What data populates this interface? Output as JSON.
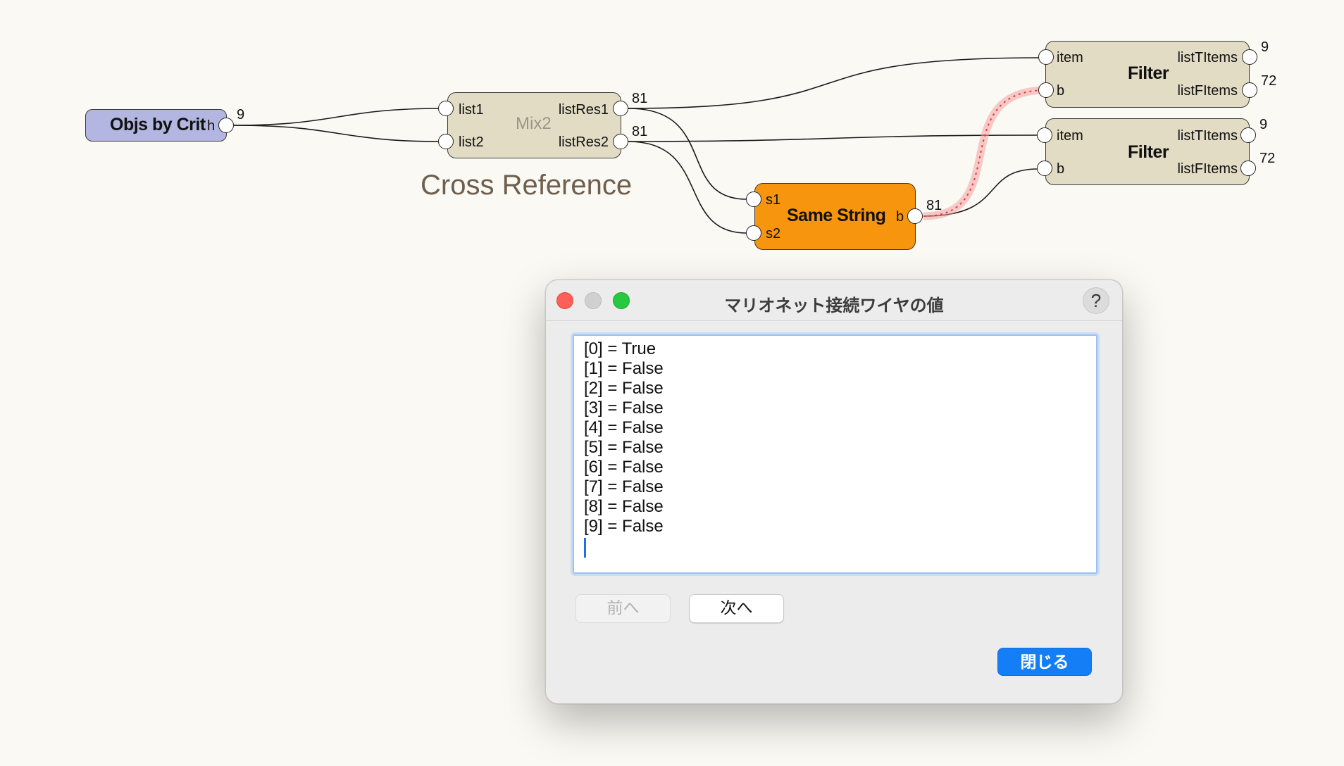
{
  "canvas": {
    "group_label": "Cross Reference",
    "objs_node": {
      "title": "Objs by Crit",
      "out_port": "h",
      "out_count": "9"
    },
    "mix_node": {
      "title": "Mix2",
      "inputs": [
        "list1",
        "list2"
      ],
      "outputs": [
        "listRes1",
        "listRes2"
      ],
      "out_counts": [
        "81",
        "81"
      ]
    },
    "same_node": {
      "title": "Same String",
      "inputs": [
        "s1",
        "s2"
      ],
      "out_port": "b",
      "out_count": "81"
    },
    "filter_nodes": [
      {
        "title": "Filter",
        "inputs": [
          "item",
          "b"
        ],
        "outputs": [
          "listTItems",
          "listFItems"
        ],
        "out_counts": [
          "9",
          "72"
        ]
      },
      {
        "title": "Filter",
        "inputs": [
          "item",
          "b"
        ],
        "outputs": [
          "listTItems",
          "listFItems"
        ],
        "out_counts": [
          "9",
          "72"
        ]
      }
    ],
    "colors": {
      "objs_node": "#b3b6e0",
      "tan_node": "#e3dcc4",
      "same_string_node": "#f7960e",
      "selected_wire": "#e04040"
    }
  },
  "dialog": {
    "title": "マリオネット接続ワイヤの値",
    "help_label": "?",
    "values": [
      "[0] = True",
      "[1] = False",
      "[2] = False",
      "[3] = False",
      "[4] = False",
      "[5] = False",
      "[6] = False",
      "[7] = False",
      "[8] = False",
      "[9] = False"
    ],
    "prev_label": "前へ",
    "next_label": "次へ",
    "close_label": "閉じる",
    "colors": {
      "close": "#147ef7",
      "traffic_close": "#fe5f57",
      "traffic_minimize": "#d0d0d0",
      "traffic_zoom": "#28c840"
    }
  }
}
